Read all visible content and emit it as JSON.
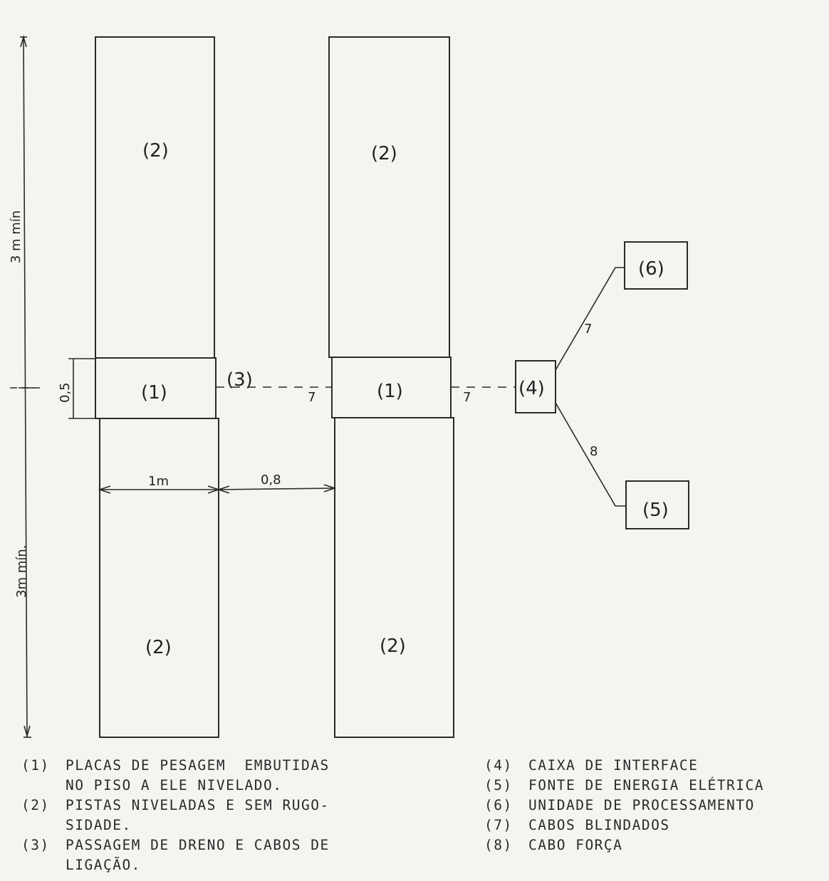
{
  "labels": {
    "pista": "(2)",
    "placa": "(1)",
    "dreno": "(3)",
    "caixa": "(4)",
    "fonte": "(5)",
    "unidade": "(6)",
    "cabo_blindado": "7",
    "cabo_forca": "8"
  },
  "dimensions": {
    "top_length": "3 m mín",
    "bottom_length": "3m  mín.",
    "plate_width": "0,5",
    "track_width": "1m",
    "gap": "0,8"
  },
  "legend_left": [
    {
      "num": "(1)",
      "text": "PLACAS DE PESAGEM  EMBUTIDAS\nNO PISO A ELE NIVELADO."
    },
    {
      "num": "(2)",
      "text": "PISTAS NIVELADAS E SEM RUGO-\nSIDADE."
    },
    {
      "num": "(3)",
      "text": "PASSAGEM DE DRENO E CABOS DE\nLIGAÇÃO."
    }
  ],
  "legend_right": [
    {
      "num": "(4)",
      "text": "CAIXA DE INTERFACE"
    },
    {
      "num": "(5)",
      "text": "FONTE DE ENERGIA ELÉTRICA"
    },
    {
      "num": "(6)",
      "text": "UNIDADE DE PROCESSAMENTO"
    },
    {
      "num": "(7)",
      "text": "CABOS BLINDADOS"
    },
    {
      "num": "(8)",
      "text": "CABO FORÇA"
    }
  ]
}
